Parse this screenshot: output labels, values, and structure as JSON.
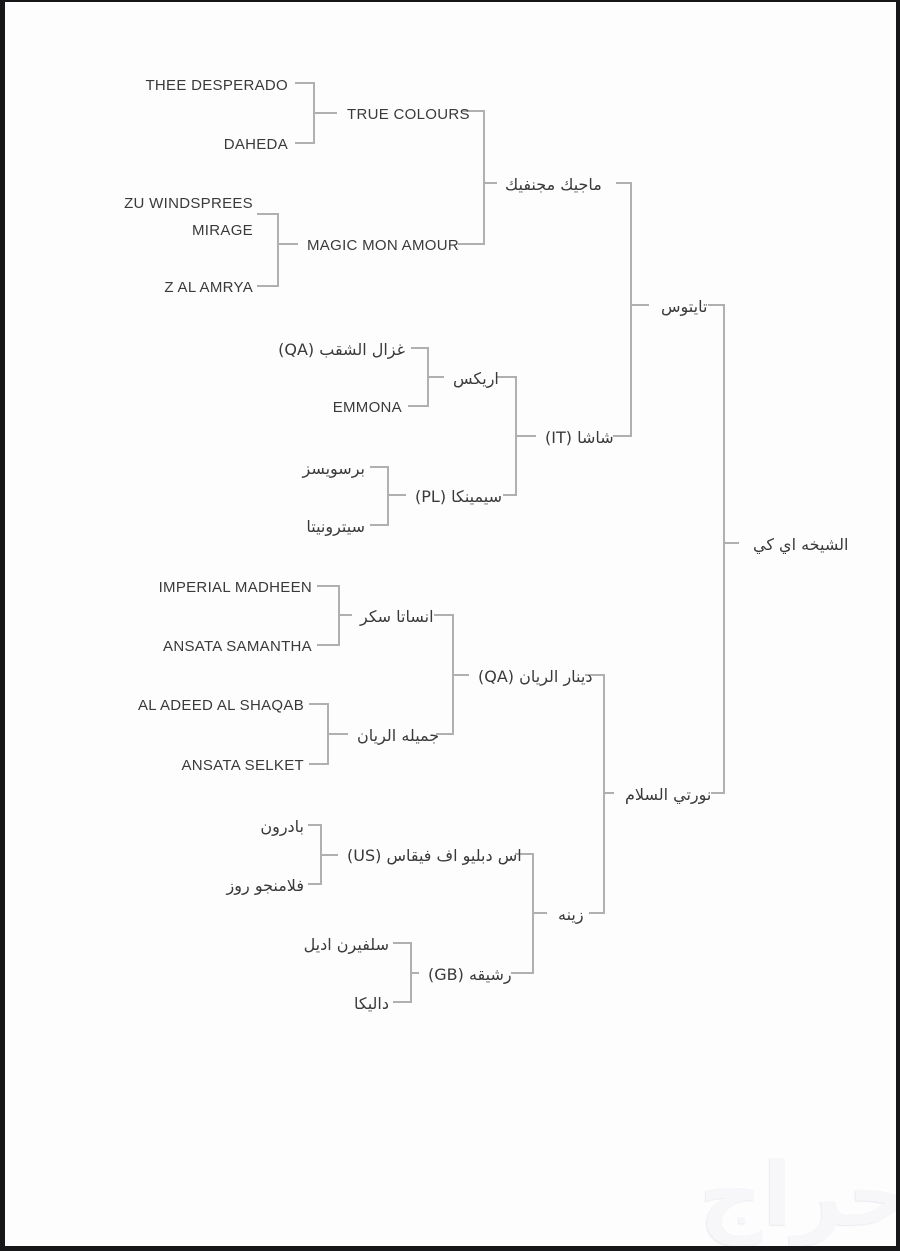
{
  "pedigree": {
    "subject": "الشيخه اي كي",
    "generation_parents": {
      "sire": "تايتوس",
      "dam": "نورتي السلام"
    },
    "generation_grandparents": {
      "sire_sire": "ماجيك مجنفيك",
      "sire_dam": "شاشا (IT)",
      "dam_sire": "دينار الريان (QA)",
      "dam_dam": "زينه"
    },
    "generation_great_grandparents": {
      "true_colours": "TRUE COLOURS",
      "magic_mon_amour": "MAGIC MON AMOUR",
      "eryks": "اريكس",
      "syminka": "سيمينكا (PL)",
      "ansata_sukar": "انساتا سكر",
      "jamilah_al_rayyan": "جميله الريان",
      "swf_vegas": "اس دبليو اف فيقاس (US)",
      "rashiqa": "رشيقه (GB)"
    },
    "generation_great_great_grandparents": {
      "thee_desperado": "THEE DESPERADO",
      "daheda": "DAHEDA",
      "zu_windsprees_mirage": "ZU WINDSPREES MIRAGE",
      "z_al_amrya": "Z AL AMRYA",
      "ghazal_al_shaqab": "غزال الشقب (QA)",
      "emmona": "EMMONA",
      "perswisz": "برسويسز",
      "cytronita": "سيترونيتا",
      "imperial_madheen": "IMPERIAL MADHEEN",
      "ansata_samantha": "ANSATA SAMANTHA",
      "al_adeed_al_shaqab": "AL ADEED AL SHAQAB",
      "ansata_selket": "ANSATA SELKET",
      "badroun": "بادرون",
      "flamingo_rose": "فلامنجو روز",
      "silvern_adel": "سلفيرن اديل",
      "dalika": "داليكا"
    }
  },
  "watermark": {
    "logo_text": "حراج"
  },
  "colors": {
    "connector_line": "#b0b0b0",
    "text": "#3a3a3c",
    "page_background": "#fdfdfd",
    "frame_border": "#17171a"
  }
}
